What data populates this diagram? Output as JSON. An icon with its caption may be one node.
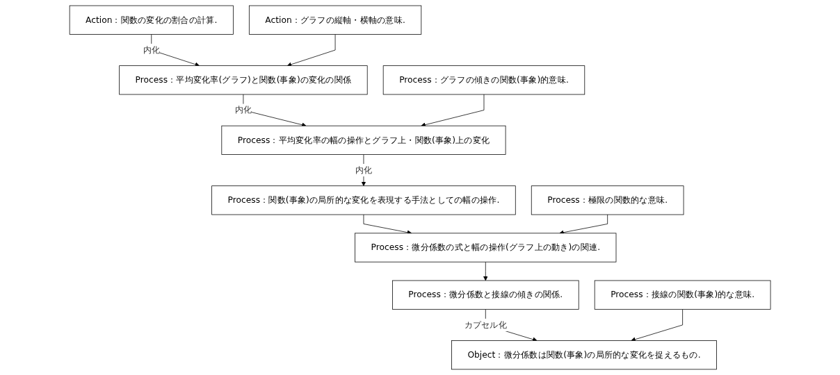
{
  "diagram": {
    "nodes": [
      {
        "text": [
          "Action：関数の変化の割合の計算."
        ]
      },
      {
        "text": [
          "Action：グラフの縦軸・横軸の意味."
        ]
      },
      {
        "text": [
          "Process：平均変化率(グラフ)と関数(事象)の変化の関係"
        ]
      },
      {
        "text": [
          "Process：グラフの傾きの関数(事象)的意味."
        ]
      },
      {
        "text": [
          "Process：平均変化率の幅の操作とグラフ上・関数(事象)上の変化"
        ]
      },
      {
        "text": [
          "Process：関数(事象)の局所的な変化を表現する手法としての幅の操作."
        ]
      },
      {
        "text": [
          "Process：極限の関数的な意味."
        ]
      },
      {
        "text": [
          "Process：微分係数の式と幅の操作(グラフ上の動き)の関連."
        ]
      },
      {
        "text": [
          "Process：微分係数と接線の傾きの関係."
        ]
      },
      {
        "text": [
          "Process：接線の関数(事象)的な意味."
        ]
      },
      {
        "text": [
          "Object：微分係数は関数(事象)の局所的な変化を捉えるもの."
        ]
      }
    ],
    "edges": [
      {
        "from": 0,
        "to": 2,
        "arrow": "to",
        "label": "内化"
      },
      {
        "from": 1,
        "to": 2,
        "arrow": "to"
      },
      {
        "from": 2,
        "to": 4,
        "arrow": "to",
        "label": "内化"
      },
      {
        "from": 3,
        "to": 4,
        "arrow": "to"
      },
      {
        "from": 4,
        "to": 5,
        "arrow": "to",
        "label": "内化"
      },
      {
        "from": 5,
        "to": 7,
        "arrow": "to"
      },
      {
        "from": 6,
        "to": 7,
        "arrow": "to"
      },
      {
        "from": 7,
        "to": 8,
        "arrow": "to"
      },
      {
        "from": 8,
        "to": 10,
        "arrow": "to",
        "label": "カプセル化"
      },
      {
        "from": 9,
        "to": 10,
        "arrow": "to"
      }
    ]
  }
}
